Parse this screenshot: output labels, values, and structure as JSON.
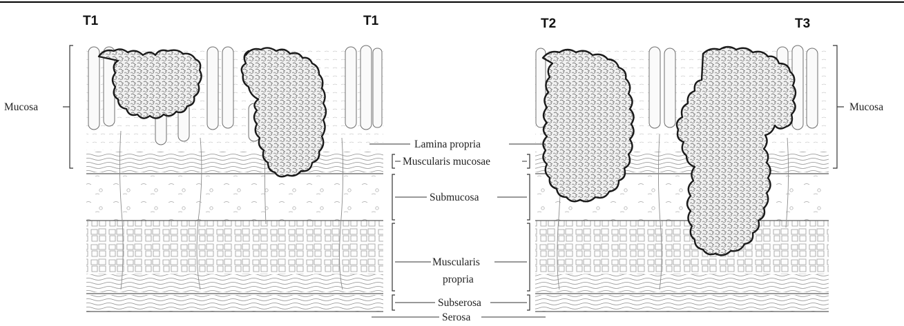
{
  "stage_labels": {
    "left_first": "T1",
    "left_second": "T1",
    "right_first": "T2",
    "right_second": "T3"
  },
  "layer_labels": {
    "mucosa_left": "Mucosa",
    "mucosa_right": "Mucosa",
    "lamina_propria": "Lamina propria",
    "muscularis_mucosae": "Muscularis mucosae",
    "submucosa": "Submucosa",
    "muscularis_propria_line1": "Muscularis",
    "muscularis_propria_line2": "propria",
    "subserosa": "Subserosa",
    "serosa": "Serosa"
  }
}
